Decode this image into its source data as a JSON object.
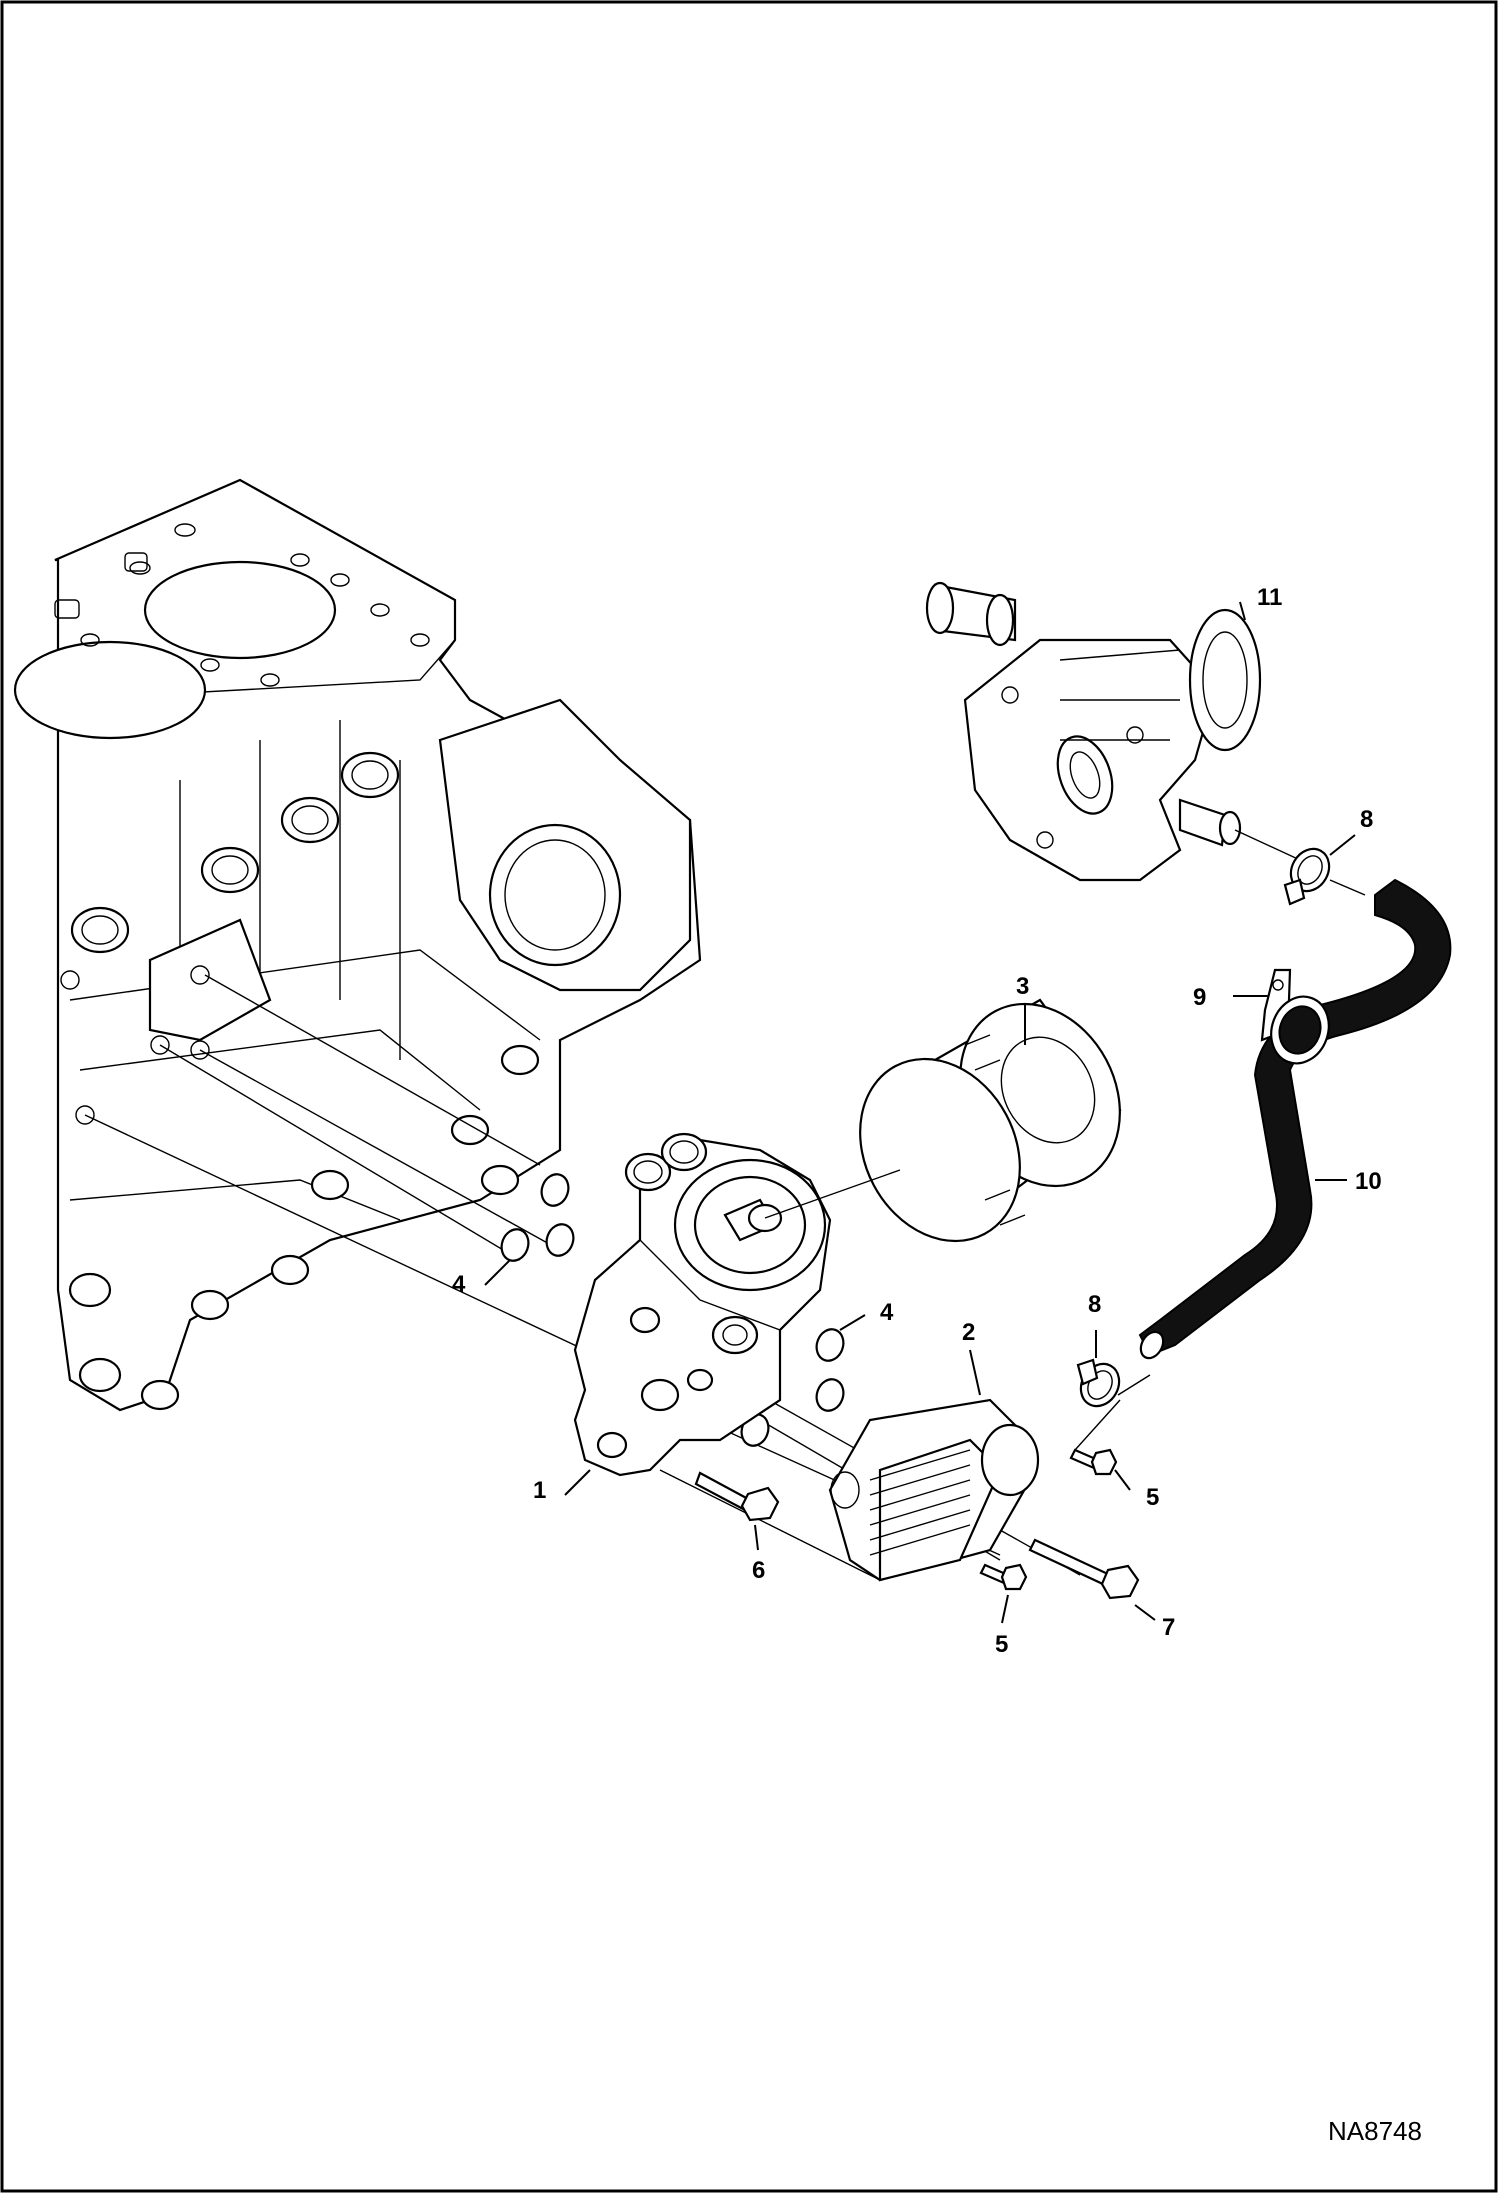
{
  "figure": {
    "id": "NA8748"
  },
  "callouts": [
    {
      "number": "1",
      "part": "adapter-housing"
    },
    {
      "number": "2",
      "part": "oil-cooler"
    },
    {
      "number": "3",
      "part": "oil-filter"
    },
    {
      "number": "4",
      "part": "o-ring-left"
    },
    {
      "number": "4",
      "part": "o-ring-right"
    },
    {
      "number": "5",
      "part": "bolt-upper"
    },
    {
      "number": "5",
      "part": "bolt-lower"
    },
    {
      "number": "6",
      "part": "flange-bolt"
    },
    {
      "number": "7",
      "part": "long-bolt"
    },
    {
      "number": "8",
      "part": "clamp-upper"
    },
    {
      "number": "8",
      "part": "clamp-lower"
    },
    {
      "number": "9",
      "part": "bracket"
    },
    {
      "number": "10",
      "part": "hose"
    },
    {
      "number": "11",
      "part": "water-pump"
    }
  ],
  "colors": {
    "ink": "#000000",
    "background": "#ffffff"
  }
}
